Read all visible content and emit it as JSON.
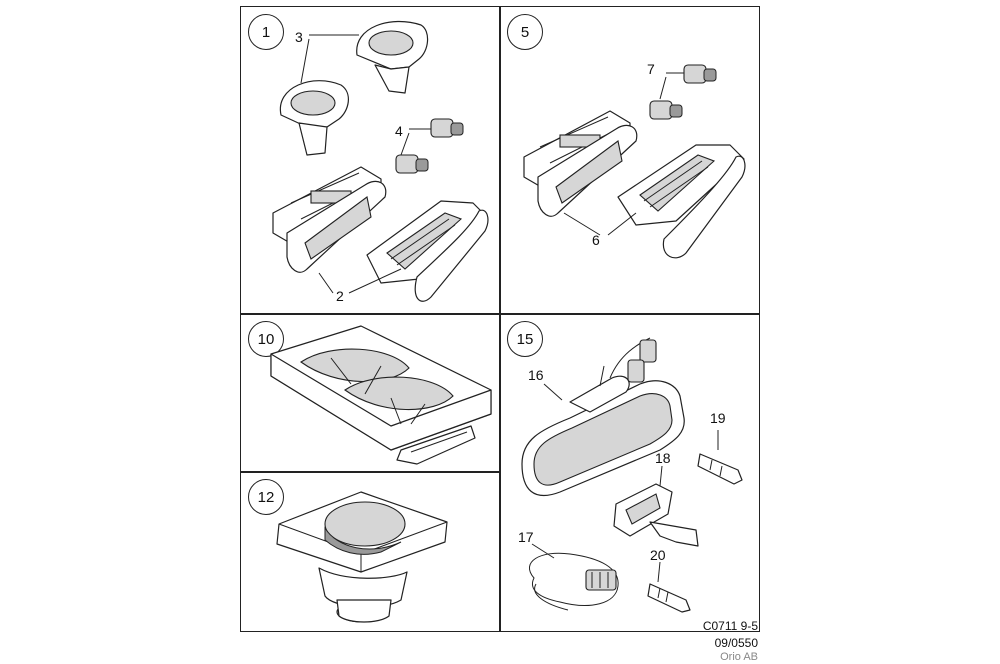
{
  "panels": [
    {
      "id": "p1",
      "number": "1",
      "callouts": [
        {
          "id": "c3",
          "label": "3"
        },
        {
          "id": "c4",
          "label": "4"
        },
        {
          "id": "c2",
          "label": "2"
        }
      ]
    },
    {
      "id": "p5",
      "number": "5",
      "callouts": [
        {
          "id": "c7",
          "label": "7"
        },
        {
          "id": "c6",
          "label": "6"
        }
      ]
    },
    {
      "id": "p10",
      "number": "10",
      "callouts": []
    },
    {
      "id": "p15",
      "number": "15",
      "callouts": [
        {
          "id": "c16",
          "label": "16"
        },
        {
          "id": "c19",
          "label": "19"
        },
        {
          "id": "c18",
          "label": "18"
        },
        {
          "id": "c17",
          "label": "17"
        },
        {
          "id": "c20",
          "label": "20"
        }
      ]
    },
    {
      "id": "p12",
      "number": "12",
      "callouts": []
    }
  ],
  "footer": {
    "code": "C0711 9-5",
    "date": "09/0550",
    "company": "Orio AB"
  }
}
